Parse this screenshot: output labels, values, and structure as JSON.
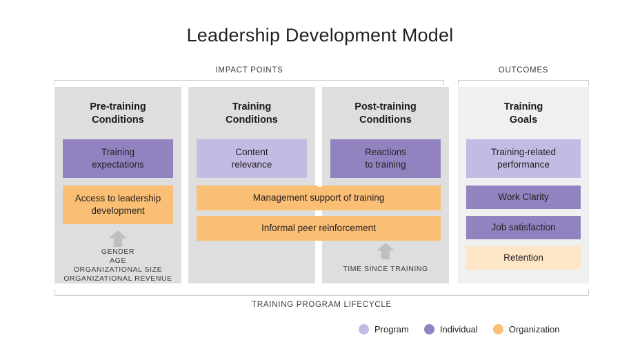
{
  "title": "Leadership Development Model",
  "groups": {
    "impact": "IMPACT POINTS",
    "outcomes": "OUTCOMES"
  },
  "lifecycle_label": "TRAINING PROGRAM LIFECYCLE",
  "columns": [
    {
      "id": "pre-training",
      "title": "Pre-training\nConditions",
      "title_line1": "Pre-training",
      "title_line2": "Conditions",
      "boxes": [
        {
          "label_line1": "Training",
          "label_line2": "expectations",
          "category": "Individual",
          "color": "#9283c0"
        },
        {
          "label_line1": "Access to leadership",
          "label_line2": "development",
          "category": "Organization",
          "color": "#fabf74"
        }
      ],
      "arrow": "up-arrow",
      "caption_lines": [
        "GENDER",
        "AGE",
        "ORGANIZATIONAL SIZE",
        "ORGANIZATIONAL REVENUE"
      ]
    },
    {
      "id": "training",
      "title_line1": "Training",
      "title_line2": "Conditions",
      "boxes": [
        {
          "label_line1": "Content",
          "label_line2": "relevance",
          "category": "Program",
          "color": "#c3bbe3"
        }
      ],
      "caption_lines": []
    },
    {
      "id": "post-training",
      "title_line1": "Post-training",
      "title_line2": "Conditions",
      "boxes": [
        {
          "label_line1": "Reactions",
          "label_line2": "to training",
          "category": "Individual",
          "color": "#9283c0"
        }
      ],
      "arrow": "up-arrow",
      "caption_lines": [
        "TIME SINCE TRAINING"
      ]
    },
    {
      "id": "training-goals",
      "title_line1": "Training",
      "title_line2": "Goals",
      "boxes": [
        {
          "label_line1": "Training-related",
          "label_line2": "performance",
          "category": "Program",
          "color": "#c3bbe3"
        },
        {
          "label_line1": "Work Clarity",
          "label_line2": "",
          "category": "Individual",
          "color": "#9283c0"
        },
        {
          "label_line1": "Job satisfaction",
          "label_line2": "",
          "category": "Individual",
          "color": "#9283c0"
        },
        {
          "label_line1": "Retention",
          "label_line2": "",
          "category": "Organization",
          "color": "#fce6c6"
        }
      ],
      "caption_lines": []
    }
  ],
  "spanning_bars": [
    {
      "label": "Management support of training",
      "category": "Organization",
      "color": "#fabf74"
    },
    {
      "label": "Informal peer reinforcement",
      "category": "Organization",
      "color": "#fabf74"
    }
  ],
  "captions": {
    "pre_training_line1": "GENDER",
    "pre_training_line2": "AGE",
    "pre_training_line3": "ORGANIZATIONAL SIZE",
    "pre_training_line4": "ORGANIZATIONAL REVENUE",
    "post_training": "TIME SINCE TRAINING"
  },
  "legend": [
    {
      "label": "Program",
      "color": "#c3bbe3"
    },
    {
      "label": "Individual",
      "color": "#9283c0"
    },
    {
      "label": "Organization",
      "color": "#fabf74"
    }
  ],
  "colors": {
    "program": "#c3bbe3",
    "individual": "#9283c0",
    "organization": "#fabf74",
    "organization_light": "#fce6c6",
    "panel_dark": "#dedede",
    "panel_light": "#f0f0f0",
    "arrow": "#bfbfbf",
    "bracket": "#cfcfcf",
    "text": "#231f20"
  }
}
